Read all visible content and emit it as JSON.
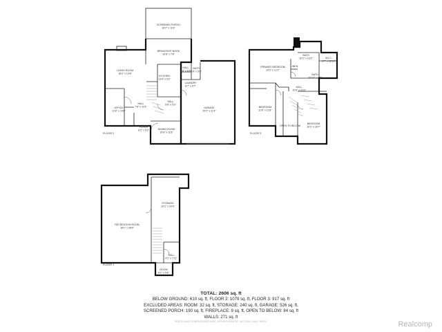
{
  "floors": {
    "floor2_label": "FLOOR 2",
    "floor3_label": "FLOOR 3",
    "floor1_label": "FLOOR 1"
  },
  "rooms": {
    "screened_porch": {
      "name": "SCREENED PORCH",
      "dims": "16'2\" x 11'8\""
    },
    "breakfast_nook": {
      "name": "BREAKFAST NOOK",
      "dims": "10'8\" x 7'8\""
    },
    "living_room": {
      "name": "LIVING ROOM",
      "dims": "18'2\" x 14'8\""
    },
    "kitchen": {
      "name": "KITCHEN",
      "dims": "13'4\" x 9'2\""
    },
    "hall_f2a": {
      "name": "HALL",
      "dims": "3'8\" x 6'8\""
    },
    "bath_f2": {
      "name": "BATH",
      "dims": "4'8\" x 5'8\""
    },
    "laundry": {
      "name": "LAUNDRY",
      "dims": "6'7\" x 5'7\""
    },
    "office": {
      "name": "OFFICE",
      "dims": "11'8\" x 10'8\""
    },
    "hall_f2b": {
      "name": "HALL",
      "dims": "7'8\" x 11'8\""
    },
    "hall_f2c": {
      "name": "HALL",
      "dims": "5'6\" x 5'3\""
    },
    "foyer": {
      "name": "FOYER",
      "dims": "6'2\" x 5'2\""
    },
    "dining_room": {
      "name": "DINING ROOM",
      "dims": "10'6\" x 11'8\""
    },
    "garage": {
      "name": "GARAGE",
      "dims": "20'2\" x 11'4\""
    },
    "primary_bedroom": {
      "name": "PRIMARY BEDROOM",
      "dims": "14'2\" x 12'2\""
    },
    "bath_f3a": {
      "name": "BATH",
      "dims": "10'2\" x 10'2\""
    },
    "wic": {
      "name": "W.I.C.",
      "dims": "6'7\" x 12'10\""
    },
    "bath_f3b": {
      "name": "BATH",
      "dims": "10'10\" x 4'6\""
    },
    "linen": {
      "name": "LINEN",
      "dims": ""
    },
    "hall_f3": {
      "name": "HALL",
      "dims": "10'6\" x 3'10\""
    },
    "bedroom_a": {
      "name": "BEDROOM",
      "dims": "11'8\" x 12'8\""
    },
    "bedroom_b": {
      "name": "BEDROOM",
      "dims": "10'2\" x 20'7\""
    },
    "open_to_below": {
      "name": "OPEN TO BELOW",
      "dims": ""
    },
    "recreation_room": {
      "name": "RECREATION ROOM",
      "dims": "18'1\" x 28'6\""
    },
    "storage": {
      "name": "STORAGE",
      "dims": "10'2\" x 20'9\""
    },
    "hall_f1": {
      "name": "HALL",
      "dims": "4'2\" x 7'11\""
    },
    "room_f1": {
      "name": "ROOM",
      "dims": "6'1\" x 5'8\""
    }
  },
  "summary": {
    "total": "TOTAL: 2606 sq. ft",
    "line1": "BELOW GROUND: 610 sq. ft, FLOOR 2: 1079 sq. ft, FLOOR 3: 917 sq. ft",
    "line2": "EXCLUDED AREAS: ROOM: 32 sq. ft, STORAGE: 240 sq. ft, GARAGE: 526 sq. ft,",
    "line3": "SCREENED PORCH: 190 sq. ft, FIREPLACE: 9 sq. ft, OPEN TO BELOW: 84 sq. ft",
    "line4": "WALLS: 271 sq. ft"
  },
  "disclaimer": "SIZES AND DIMENSIONS ARE APPROXIMATE, ACTUAL MAY VARY.",
  "brand": "Realcomp"
}
